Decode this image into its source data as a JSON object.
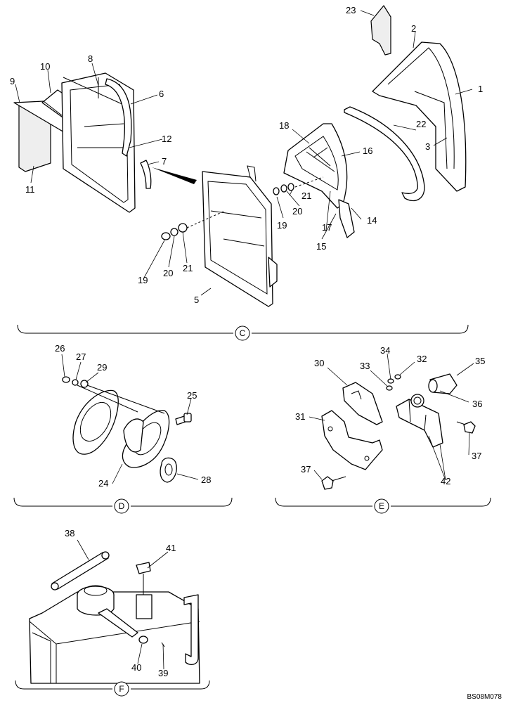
{
  "drawing_ref": "BS08M078",
  "sections": [
    {
      "id": "C",
      "label": "C"
    },
    {
      "id": "D",
      "label": "D"
    },
    {
      "id": "E",
      "label": "E"
    },
    {
      "id": "F",
      "label": "F"
    }
  ],
  "callouts": [
    {
      "id": "c1",
      "text": "1"
    },
    {
      "id": "c2",
      "text": "2"
    },
    {
      "id": "c3",
      "text": "3"
    },
    {
      "id": "c5",
      "text": "5"
    },
    {
      "id": "c6",
      "text": "6"
    },
    {
      "id": "c7",
      "text": "7"
    },
    {
      "id": "c8",
      "text": "8"
    },
    {
      "id": "c9",
      "text": "9"
    },
    {
      "id": "c10",
      "text": "10"
    },
    {
      "id": "c11",
      "text": "11"
    },
    {
      "id": "c12",
      "text": "12"
    },
    {
      "id": "c14",
      "text": "14"
    },
    {
      "id": "c15",
      "text": "15"
    },
    {
      "id": "c16",
      "text": "16"
    },
    {
      "id": "c17",
      "text": "17"
    },
    {
      "id": "c18",
      "text": "18"
    },
    {
      "id": "c19a",
      "text": "19"
    },
    {
      "id": "c20a",
      "text": "20"
    },
    {
      "id": "c21a",
      "text": "21"
    },
    {
      "id": "c19b",
      "text": "19"
    },
    {
      "id": "c20b",
      "text": "20"
    },
    {
      "id": "c21b",
      "text": "21"
    },
    {
      "id": "c22",
      "text": "22"
    },
    {
      "id": "c23",
      "text": "23"
    },
    {
      "id": "c24",
      "text": "24"
    },
    {
      "id": "c25",
      "text": "25"
    },
    {
      "id": "c26",
      "text": "26"
    },
    {
      "id": "c27",
      "text": "27"
    },
    {
      "id": "c28",
      "text": "28"
    },
    {
      "id": "c29",
      "text": "29"
    },
    {
      "id": "c30",
      "text": "30"
    },
    {
      "id": "c31",
      "text": "31"
    },
    {
      "id": "c32",
      "text": "32"
    },
    {
      "id": "c33",
      "text": "33"
    },
    {
      "id": "c34",
      "text": "34"
    },
    {
      "id": "c35",
      "text": "35"
    },
    {
      "id": "c36",
      "text": "36"
    },
    {
      "id": "c37a",
      "text": "37"
    },
    {
      "id": "c37b",
      "text": "37"
    },
    {
      "id": "c38",
      "text": "38"
    },
    {
      "id": "c39",
      "text": "39"
    },
    {
      "id": "c40",
      "text": "40"
    },
    {
      "id": "c41",
      "text": "41"
    },
    {
      "id": "c42",
      "text": "42"
    }
  ]
}
